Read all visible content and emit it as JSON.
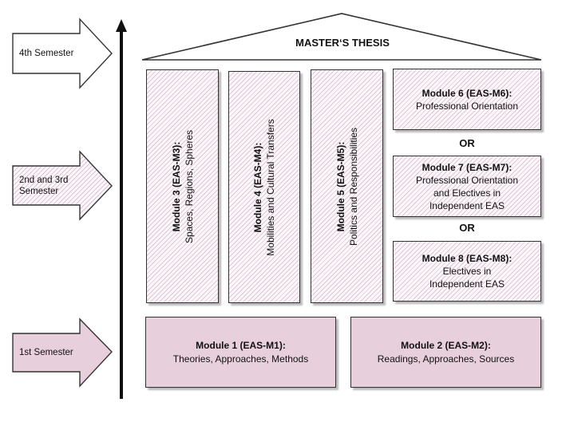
{
  "semesters": {
    "fourth": "4th Semester",
    "second_third_line1": "2nd and 3rd",
    "second_third_line2": "Semester",
    "first": "1st Semester"
  },
  "thesis": "MASTER‘S THESIS",
  "modules": {
    "m3": {
      "title": "Module 3 (EAS-M3):",
      "desc": "Spaces, Regions,  Spheres"
    },
    "m4": {
      "title": "Module 4 (EAS-M4):",
      "desc": "Mobilities and Cultural Transfers"
    },
    "m5": {
      "title": "Module 5 (EAS-M5):",
      "desc": "Politics and Responsibilities"
    },
    "m6": {
      "title": "Module 6 (EAS-M6):",
      "desc1": "Professional Orientation"
    },
    "m7": {
      "title": "Module 7 (EAS-M7):",
      "desc1": "Professional Orientation",
      "desc2": "and Electives in",
      "desc3": "Independent EAS"
    },
    "m8": {
      "title": "Module 8 (EAS-M8):",
      "desc1": "Electives in",
      "desc2": "Independent EAS"
    },
    "m1": {
      "title": "Module 1 (EAS-M1):",
      "desc": "Theories, Approaches, Methods"
    },
    "m2": {
      "title": "Module 2 (EAS-M2):",
      "desc": "Readings, Approaches, Sources"
    }
  },
  "or_label": "OR",
  "colors": {
    "module_fill": "#e8cfdc",
    "hatch": "#c8a0b9",
    "outline": "#333333"
  }
}
